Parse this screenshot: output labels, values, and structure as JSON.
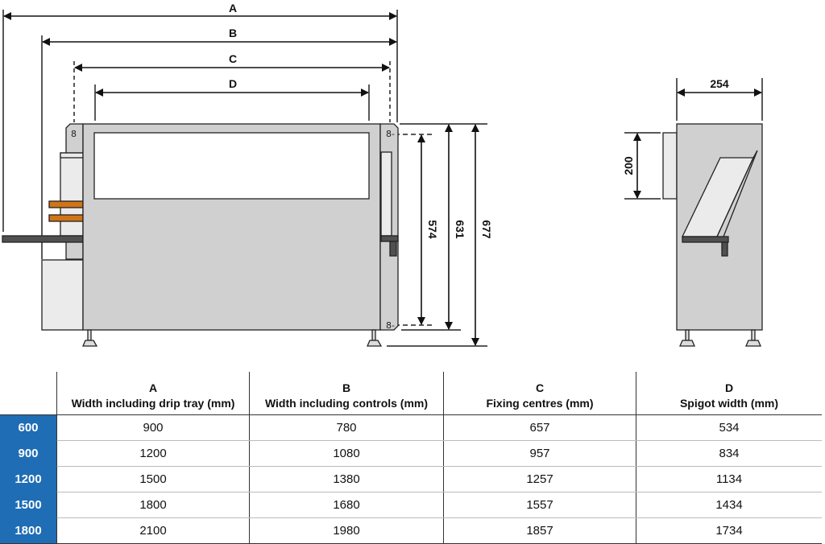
{
  "front_view": {
    "dim_a": "A",
    "dim_b": "B",
    "dim_c": "C",
    "dim_d": "D",
    "dim_574": "574",
    "dim_631": "631",
    "dim_677": "677"
  },
  "side_view": {
    "dim_width": "254",
    "dim_height": "200"
  },
  "colors": {
    "size_column": "#1f6db5",
    "body": "#d0d0d0",
    "accent": "#d07418"
  },
  "table": {
    "headers": [
      {
        "letter": "",
        "label": ""
      },
      {
        "letter": "A",
        "label": "Width including drip tray (mm)"
      },
      {
        "letter": "B",
        "label": "Width including controls (mm)"
      },
      {
        "letter": "C",
        "label": "Fixing centres (mm)"
      },
      {
        "letter": "D",
        "label": "Spigot width (mm)"
      }
    ],
    "rows": [
      [
        "600",
        "900",
        "780",
        "657",
        "534"
      ],
      [
        "900",
        "1200",
        "1080",
        "957",
        "834"
      ],
      [
        "1200",
        "1500",
        "1380",
        "1257",
        "1134"
      ],
      [
        "1500",
        "1800",
        "1680",
        "1557",
        "1434"
      ],
      [
        "1800",
        "2100",
        "1980",
        "1857",
        "1734"
      ]
    ]
  }
}
